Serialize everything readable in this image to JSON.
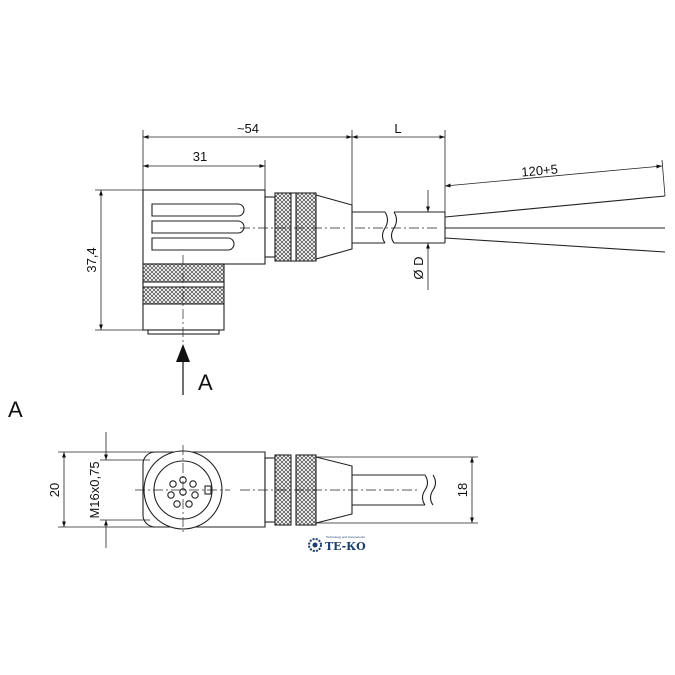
{
  "side_view": {
    "dim_overall": "~54",
    "dim_body": "31",
    "dim_cable_length": "L",
    "dim_wire_strip": "120+5",
    "dim_height": "37,4",
    "dim_cable_dia": "Ø D",
    "view_arrow_label": "A"
  },
  "front_view": {
    "title": "A",
    "dim_width": "20",
    "dim_thread": "M16x0,75",
    "dim_nut": "18"
  },
  "logo": {
    "name": "ТЕ-КО",
    "tagline": "Technology and Components"
  },
  "colors": {
    "line": "#222222",
    "knurl": "#555555",
    "logo": "#1a3c6e"
  }
}
